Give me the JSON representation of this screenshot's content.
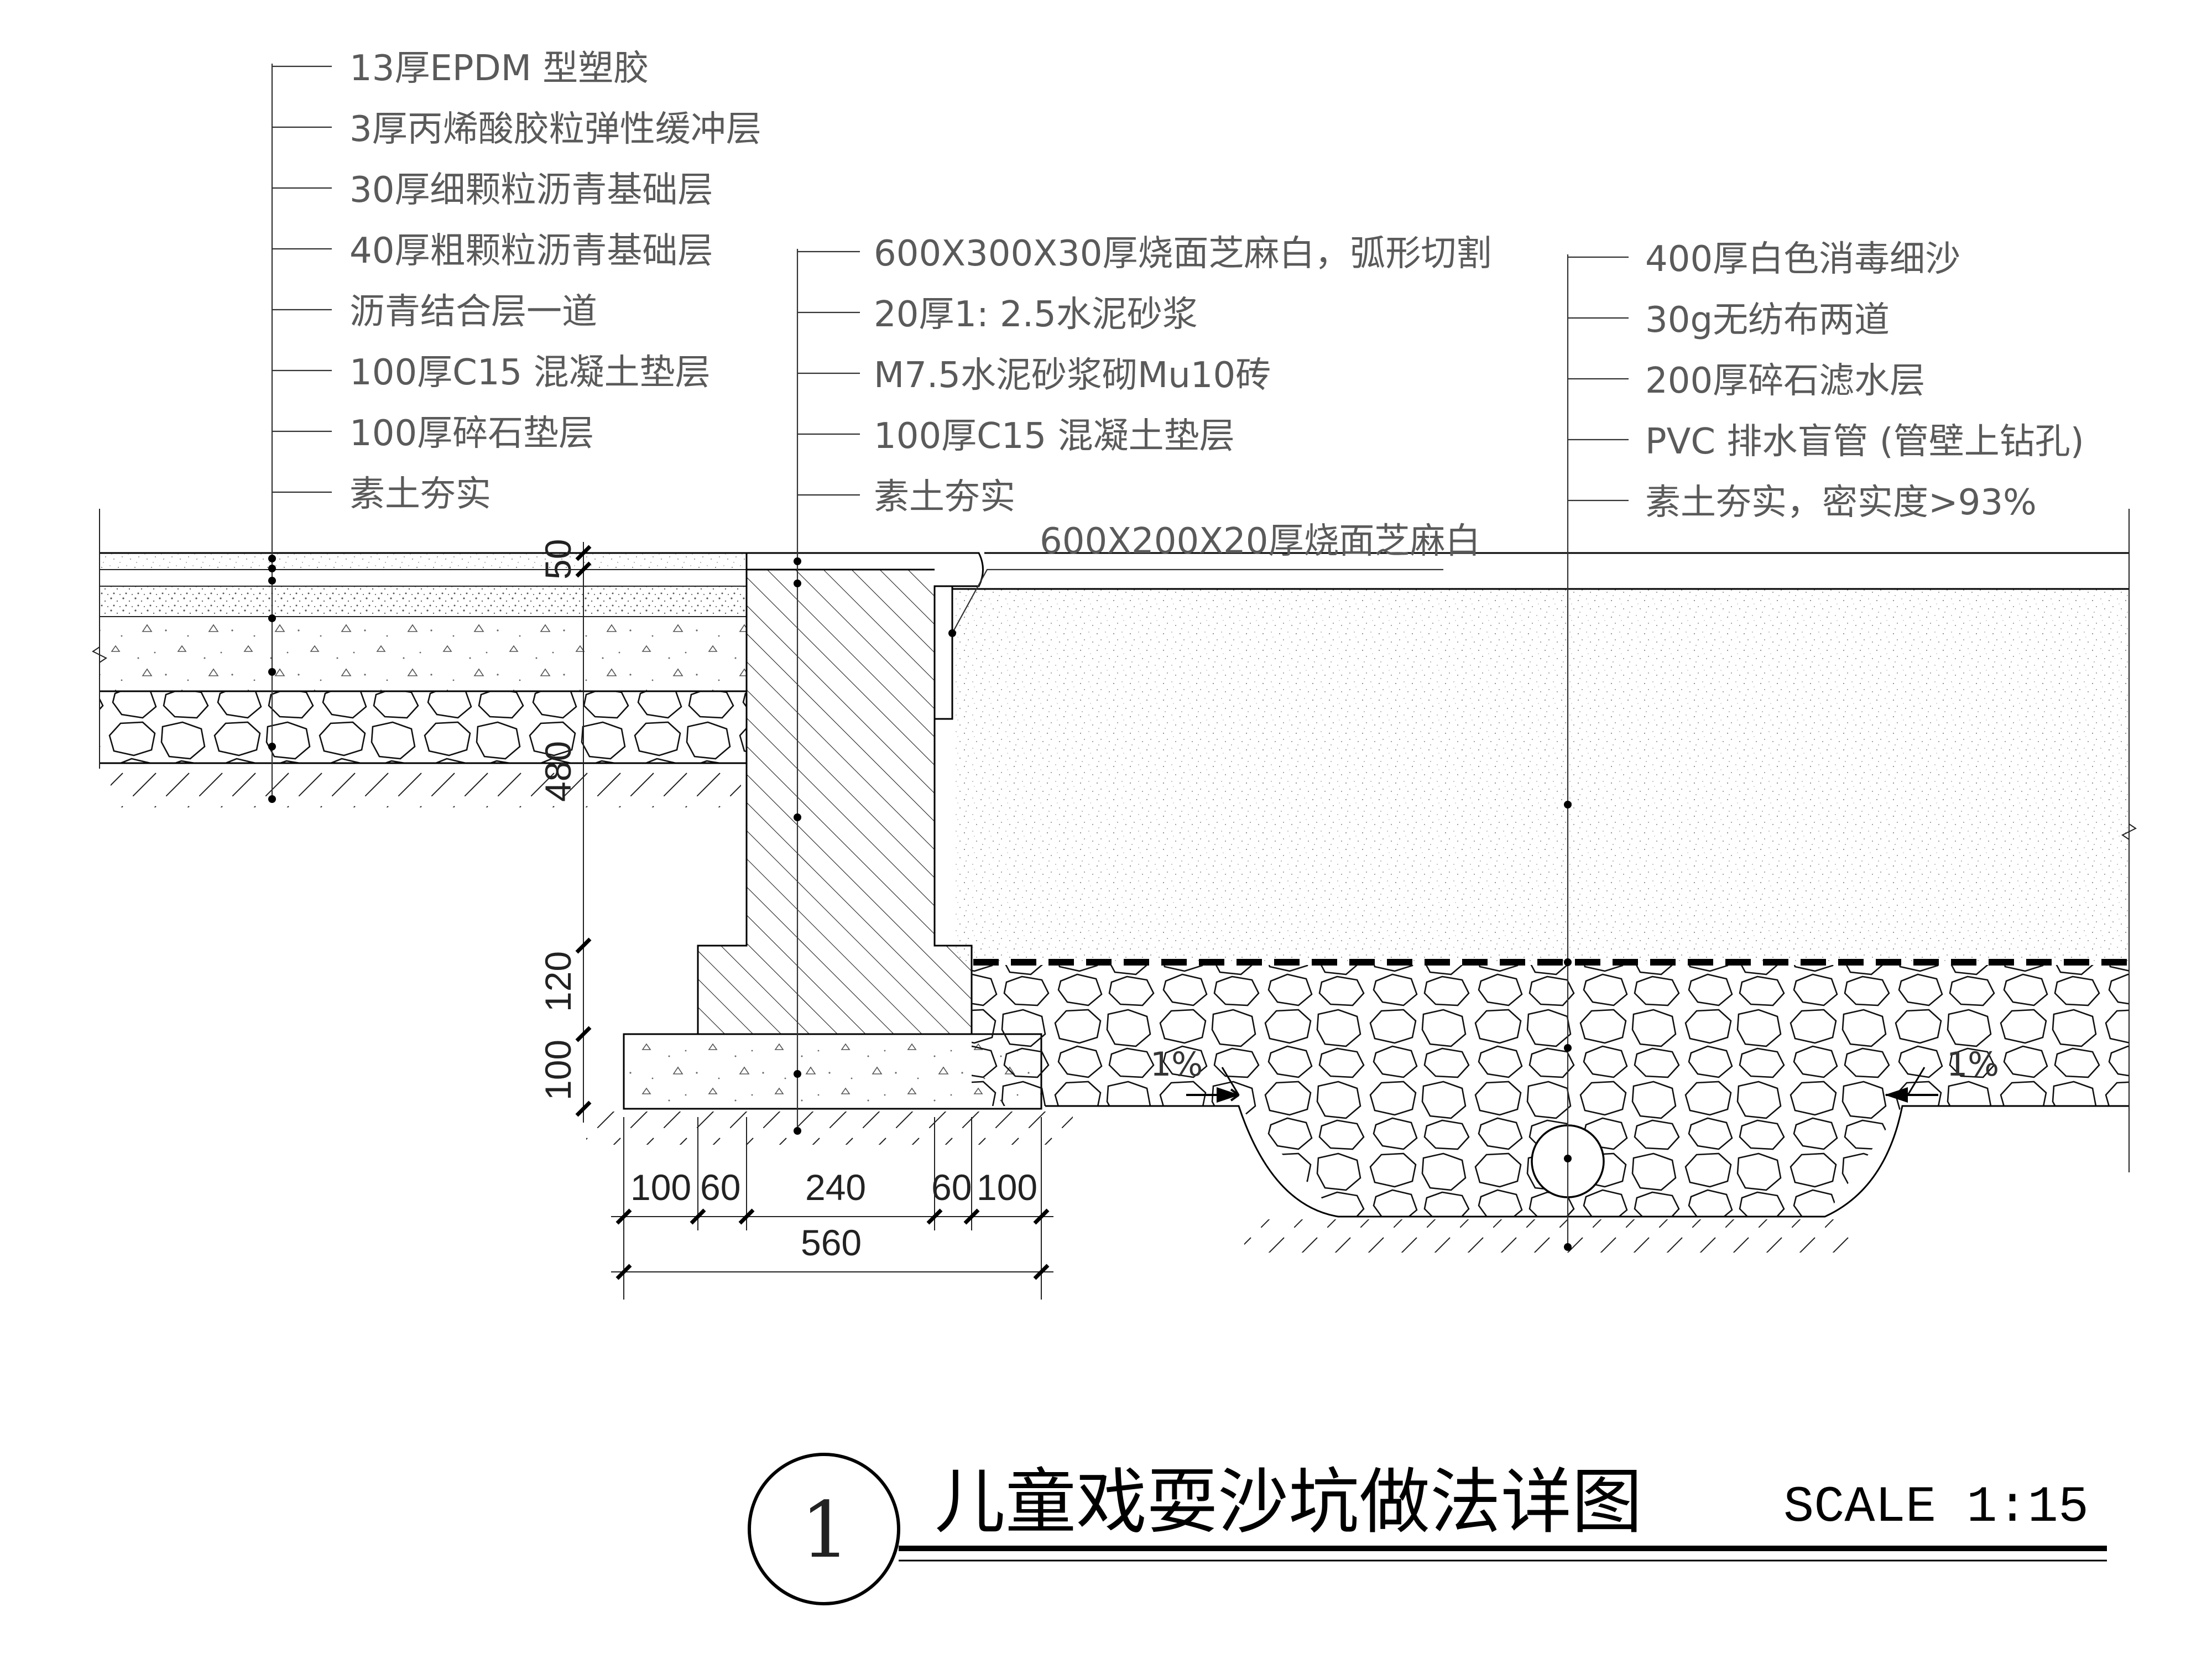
{
  "left_section": {
    "labels": [
      "13厚EPDM 型塑胶",
      "3厚丙烯酸胶粒弹性缓冲层",
      "30厚细颗粒沥青基础层",
      "40厚粗颗粒沥青基础层",
      "沥青结合层一道",
      "100厚C15 混凝土垫层",
      "100厚碎石垫层",
      "素土夯实"
    ]
  },
  "middle_section": {
    "labels": [
      "600X300X30厚烧面芝麻白，弧形切割",
      "20厚1: 2.5水泥砂浆",
      "M7.5水泥砂浆砌Mu10砖",
      "100厚C15 混凝土垫层",
      "素土夯实"
    ],
    "cap_label": "600X200X20厚烧面芝麻白"
  },
  "right_section": {
    "labels": [
      "400厚白色消毒细沙",
      "30g无纺布两道",
      "200厚碎石滤水层",
      "PVC 排水盲管 (管壁上钻孔)",
      "素土夯实，密实度>93%"
    ]
  },
  "slopes": [
    "1%",
    "1%"
  ],
  "vertical_dims": [
    "50",
    "480",
    "120",
    "100"
  ],
  "horizontal_dims": [
    "100",
    "60",
    "240",
    "60",
    "100"
  ],
  "total_dim": "560",
  "title": {
    "number": "1",
    "text": "儿童戏耍沙坑做法详图",
    "scale": "SCALE 1:15"
  }
}
